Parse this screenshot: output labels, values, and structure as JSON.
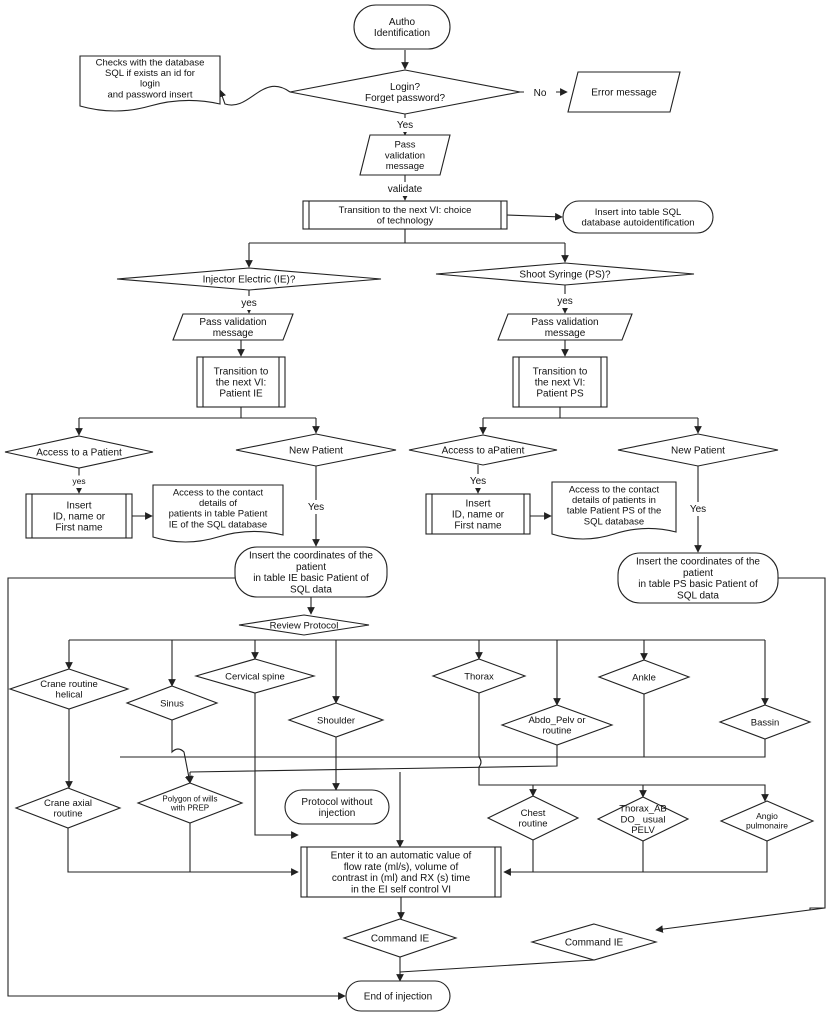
{
  "nodes": {
    "start": [
      "Autho",
      "Identification"
    ],
    "db_check": [
      "Checks with the database",
      "SQL if exists an id for",
      "login",
      "and password insert"
    ],
    "login": [
      "Login?",
      "Forget password?"
    ],
    "error": [
      "Error message"
    ],
    "pass1": [
      "Pass",
      "validation",
      "message"
    ],
    "transition_tech": [
      "Transition to the next VI: choice",
      "of technology"
    ],
    "insert_auth": [
      "Insert into table SQL",
      "database autoidentification"
    ],
    "injector_ie": [
      "Injector Electric (IE)?"
    ],
    "shoot_ps": [
      "Shoot Syringe (PS)?"
    ],
    "pass_ie": [
      "Pass validation",
      "message"
    ],
    "pass_ps": [
      "Pass validation",
      "message"
    ],
    "trans_ie": [
      "Transition to",
      "the next VI:",
      "Patient IE"
    ],
    "trans_ps": [
      "Transition to",
      "the next VI:",
      "Patient PS"
    ],
    "access_ie": [
      "Access to a Patient"
    ],
    "new_ie": [
      "New Patient"
    ],
    "access_ps": [
      "Access to aPatient"
    ],
    "new_ps": [
      "New Patient"
    ],
    "insert_id_ie": [
      "Insert",
      "ID, name or",
      "First name"
    ],
    "insert_id_ps": [
      "Insert",
      "ID, name or",
      "First name"
    ],
    "contact_ie": [
      "Access to the contact",
      "details of",
      "patients in table Patient",
      "IE of the SQL database"
    ],
    "contact_ps": [
      "Access to the contact",
      "details of patients in",
      "table Patient PS of the",
      "SQL database"
    ],
    "coord_ie": [
      "Insert the coordinates of the",
      "patient",
      "in table IE basic Patient of",
      "SQL data"
    ],
    "coord_ps": [
      "Insert the coordinates of the",
      "patient",
      "in table PS basic Patient of",
      "SQL data"
    ],
    "review": [
      "Review Protocol"
    ],
    "crane_helical": [
      "Crane routine",
      "helical"
    ],
    "sinus": [
      "Sinus"
    ],
    "cervical": [
      "Cervical spine"
    ],
    "shoulder": [
      "Shoulder"
    ],
    "thorax": [
      "Thorax"
    ],
    "abdo": [
      "Abdo_Pelv or",
      "routine"
    ],
    "ankle": [
      "Ankle"
    ],
    "bassin": [
      "Bassin"
    ],
    "crane_axial": [
      "Crane axial",
      "routine"
    ],
    "polygon": [
      "Polygon of wills",
      "with PREP"
    ],
    "protocol_wo": [
      "Protocol without",
      "injection"
    ],
    "chest": [
      "Chest",
      "routine"
    ],
    "thorax_ab": [
      "Thorax_AB",
      "DO_ usual",
      "PELV"
    ],
    "angio": [
      "Angio",
      "pulmonaire"
    ],
    "auto_value": [
      "Enter it to an automatic value of",
      "flow rate (ml/s), volume of",
      "contrast in (ml) and RX (s) time",
      "in the EI self control VI"
    ],
    "cmd_ie_1": [
      "Command IE"
    ],
    "cmd_ie_2": [
      "Command IE"
    ],
    "end": [
      "End of injection"
    ]
  },
  "edge_labels": {
    "no": "No",
    "yes_login": "Yes",
    "validate": "validate",
    "yes_ie": "yes",
    "yes_ps": "yes",
    "yes_access_ie": "yes",
    "yes_new_ie": "Yes",
    "yes_access_ps": "Yes",
    "yes_new_ps": "Yes"
  }
}
